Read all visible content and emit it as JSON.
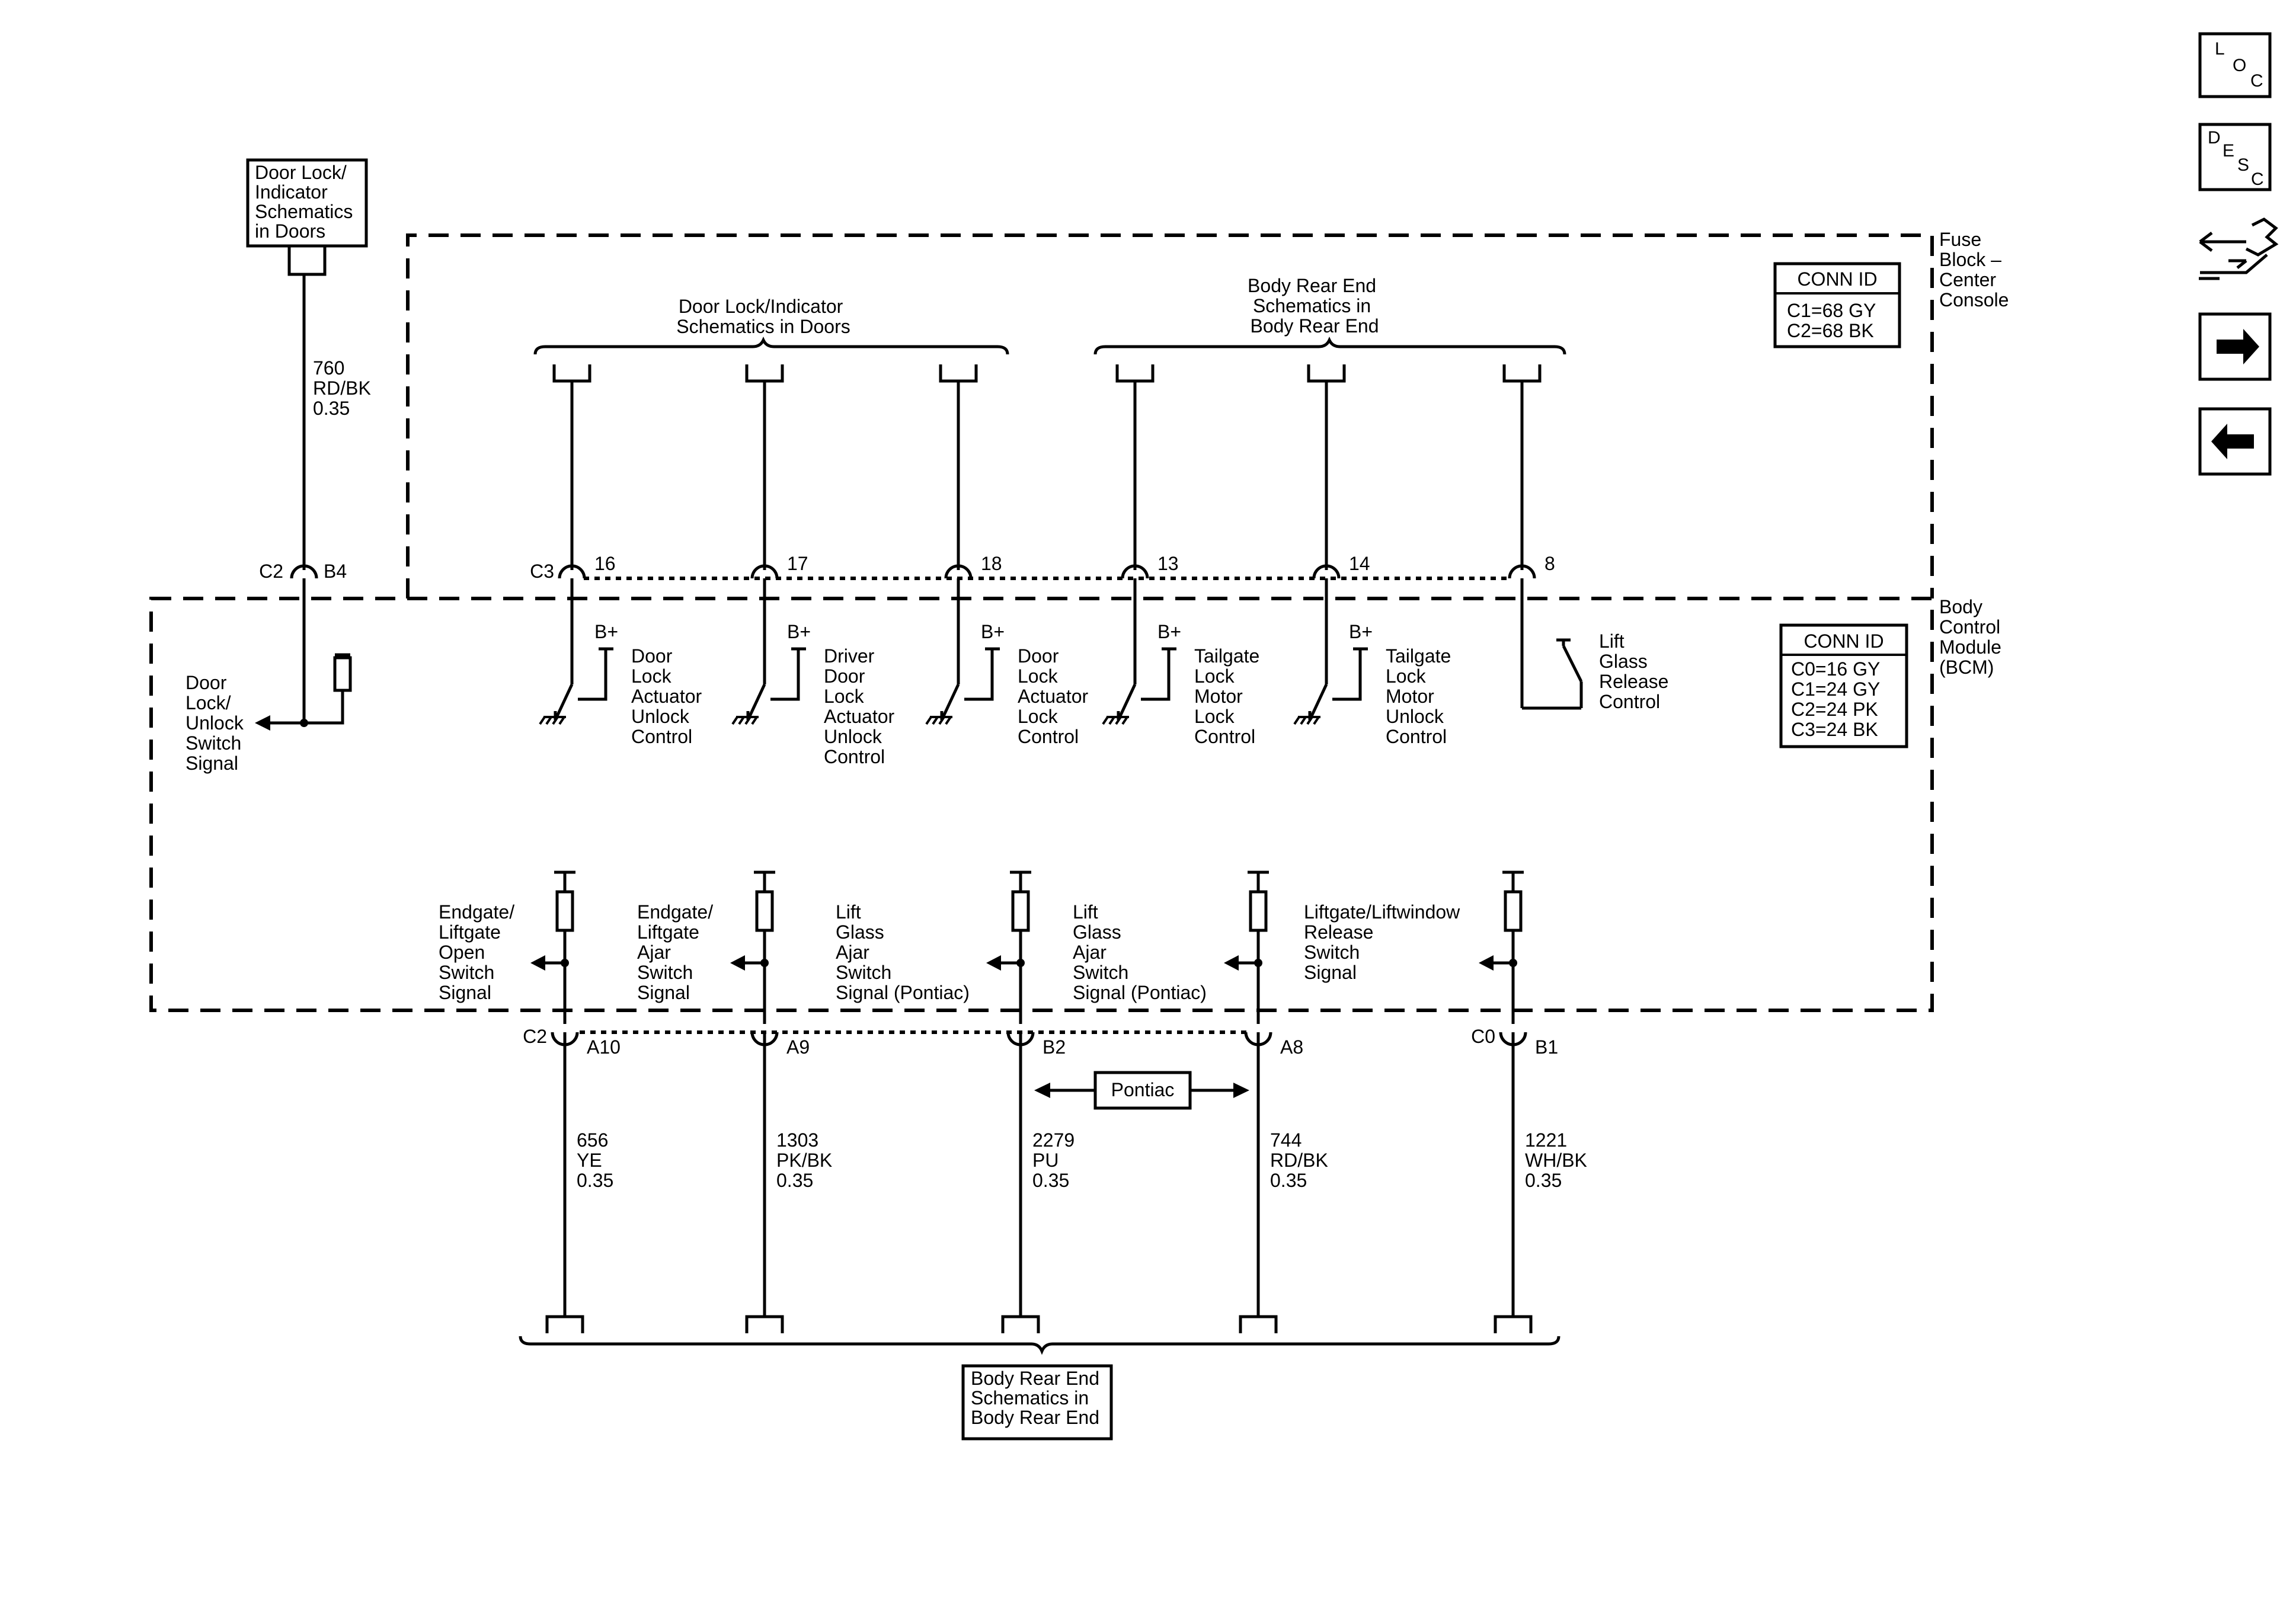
{
  "nav": {
    "loc": [
      "L",
      "O",
      "C"
    ],
    "desc": [
      "D",
      "E",
      "S",
      "C"
    ]
  },
  "refs": {
    "door_lock_top": [
      "Door Lock/",
      "Indicator",
      "Schematics",
      "in Doors"
    ],
    "door_lock_header": [
      "Door Lock/Indicator",
      "Schematics in Doors"
    ],
    "body_rear_header": [
      "Body Rear End",
      "Schematics in",
      "Body Rear End"
    ],
    "body_rear_bottom": [
      "Body Rear End",
      "Schematics in",
      "Body Rear End"
    ]
  },
  "modules": {
    "fuse_block": [
      "Fuse",
      "Block –",
      "Center",
      "Console"
    ],
    "bcm": [
      "Body",
      "Control",
      "Module",
      "(BCM)"
    ]
  },
  "conn_fuse": {
    "title": "CONN ID",
    "rows": [
      "C1=68 GY",
      "C2=68 BK"
    ]
  },
  "conn_bcm": {
    "title": "CONN ID",
    "rows": [
      "C0=16 GY",
      "C1=24 GY",
      "C2=24 PK",
      "C3=24 BK"
    ]
  },
  "top_wire": {
    "connector": "C2",
    "pin": "B4",
    "spec": [
      "760",
      "RD/BK",
      "0.35"
    ],
    "signal": [
      "Door",
      "Lock/",
      "Unlock",
      "Switch",
      "Signal"
    ]
  },
  "top_connector": "C3",
  "outputs": [
    {
      "pin": "16",
      "bplus": "B+",
      "label": [
        "Door",
        "Lock",
        "Actuator",
        "Unlock",
        "Control"
      ]
    },
    {
      "pin": "17",
      "bplus": "B+",
      "label": [
        "Driver",
        "Door",
        "Lock",
        "Actuator",
        "Unlock",
        "Control"
      ]
    },
    {
      "pin": "18",
      "bplus": "B+",
      "label": [
        "Door",
        "Lock",
        "Actuator",
        "Lock",
        "Control"
      ]
    },
    {
      "pin": "13",
      "bplus": "B+",
      "label": [
        "Tailgate",
        "Lock",
        "Motor",
        "Lock",
        "Control"
      ]
    },
    {
      "pin": "14",
      "bplus": "B+",
      "label": [
        "Tailgate",
        "Lock",
        "Motor",
        "Unlock",
        "Control"
      ]
    },
    {
      "pin": "8",
      "label": [
        "Lift",
        "Glass",
        "Release",
        "Control"
      ]
    }
  ],
  "inputs": [
    {
      "connector": "C2",
      "pin": "A10",
      "label": [
        "Endgate/",
        "Liftgate",
        "Open",
        "Switch",
        "Signal"
      ],
      "spec": [
        "656",
        "YE",
        "0.35"
      ]
    },
    {
      "pin": "A9",
      "label": [
        "Endgate/",
        "Liftgate",
        "Ajar",
        "Switch",
        "Signal"
      ],
      "spec": [
        "1303",
        "PK/BK",
        "0.35"
      ]
    },
    {
      "pin": "B2",
      "label": [
        "Lift",
        "Glass",
        "Ajar",
        "Switch",
        "Signal (Pontiac)"
      ],
      "spec": [
        "2279",
        "PU",
        "0.35"
      ]
    },
    {
      "pin": "A8",
      "label": [
        "Lift",
        "Glass",
        "Ajar",
        "Switch",
        "Signal (Pontiac)"
      ],
      "spec": [
        "744",
        "RD/BK",
        "0.35"
      ]
    },
    {
      "connector": "C0",
      "pin": "B1",
      "label": [
        "Liftgate/Liftwindow",
        "Release",
        "Switch",
        "Signal"
      ],
      "spec": [
        "1221",
        "WH/BK",
        "0.35"
      ]
    }
  ],
  "option_label": "Pontiac"
}
